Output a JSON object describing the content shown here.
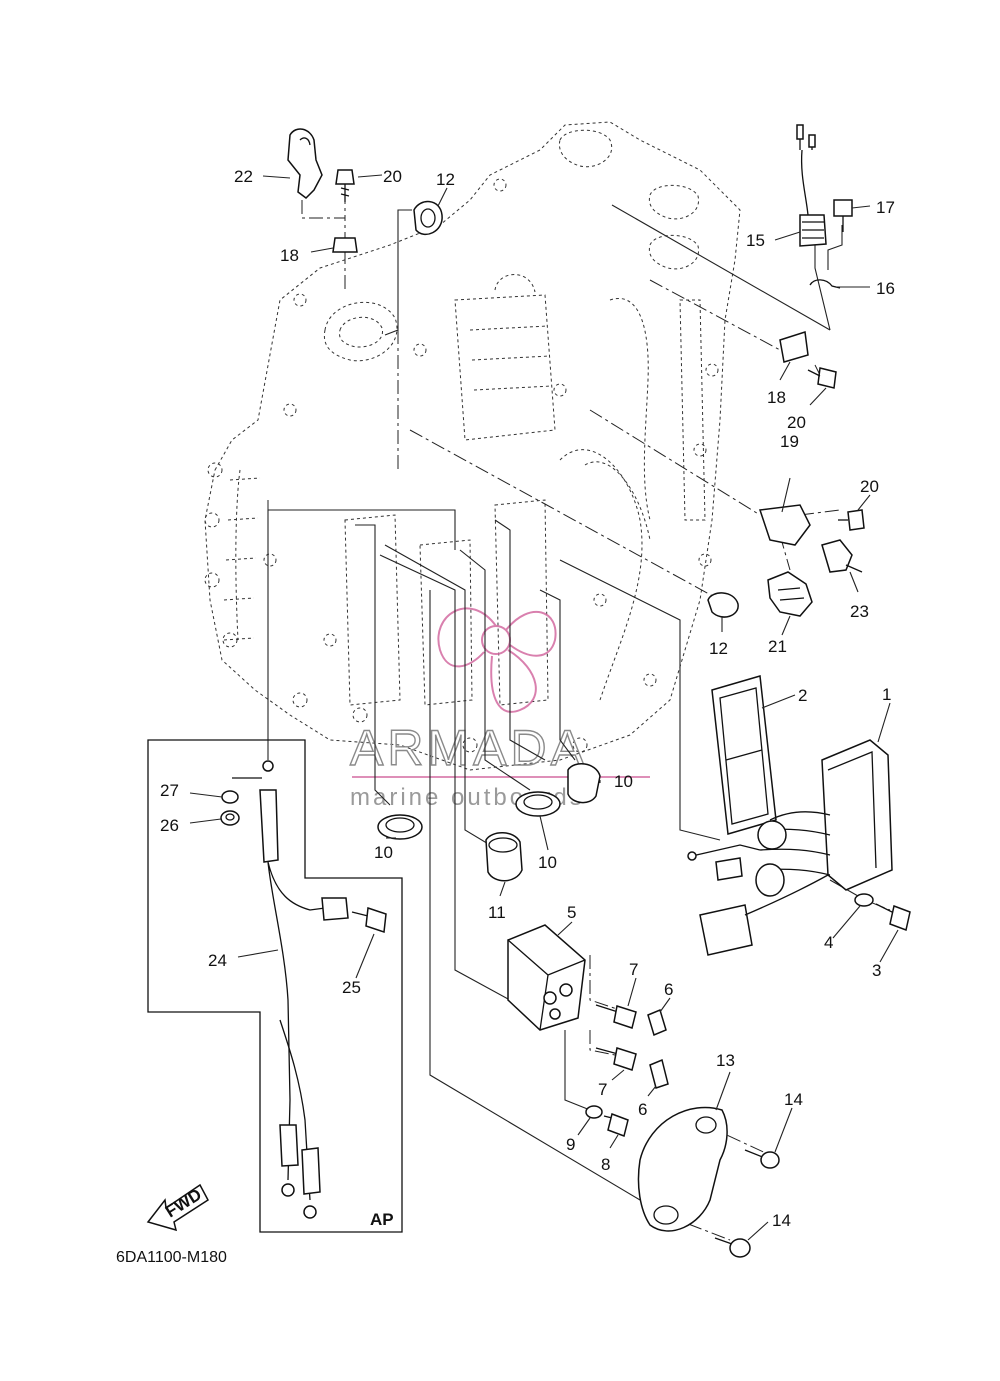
{
  "diagram": {
    "code": "6DA1100-M180",
    "watermark": {
      "brand": "ARMADA",
      "tagline": "marine outboards"
    },
    "box_label": "AP",
    "fwd_label": "FWD",
    "callouts": [
      {
        "id": "c1",
        "label": "1"
      },
      {
        "id": "c2",
        "label": "2"
      },
      {
        "id": "c3",
        "label": "3"
      },
      {
        "id": "c4",
        "label": "4"
      },
      {
        "id": "c5",
        "label": "5"
      },
      {
        "id": "c6a",
        "label": "6"
      },
      {
        "id": "c6b",
        "label": "6"
      },
      {
        "id": "c7a",
        "label": "7"
      },
      {
        "id": "c7b",
        "label": "7"
      },
      {
        "id": "c8",
        "label": "8"
      },
      {
        "id": "c9",
        "label": "9"
      },
      {
        "id": "c10a",
        "label": "10"
      },
      {
        "id": "c10b",
        "label": "10"
      },
      {
        "id": "c10c",
        "label": "10"
      },
      {
        "id": "c11",
        "label": "11"
      },
      {
        "id": "c12a",
        "label": "12"
      },
      {
        "id": "c12b",
        "label": "12"
      },
      {
        "id": "c13",
        "label": "13"
      },
      {
        "id": "c14a",
        "label": "14"
      },
      {
        "id": "c14b",
        "label": "14"
      },
      {
        "id": "c15",
        "label": "15"
      },
      {
        "id": "c16",
        "label": "16"
      },
      {
        "id": "c17",
        "label": "17"
      },
      {
        "id": "c18a",
        "label": "18"
      },
      {
        "id": "c18b",
        "label": "18"
      },
      {
        "id": "c19",
        "label": "19"
      },
      {
        "id": "c20a",
        "label": "20"
      },
      {
        "id": "c20b",
        "label": "20"
      },
      {
        "id": "c20c",
        "label": "20"
      },
      {
        "id": "c21",
        "label": "21"
      },
      {
        "id": "c22",
        "label": "22"
      },
      {
        "id": "c23",
        "label": "23"
      },
      {
        "id": "c24",
        "label": "24"
      },
      {
        "id": "c25",
        "label": "25"
      },
      {
        "id": "c26",
        "label": "26"
      },
      {
        "id": "c27",
        "label": "27"
      }
    ]
  }
}
